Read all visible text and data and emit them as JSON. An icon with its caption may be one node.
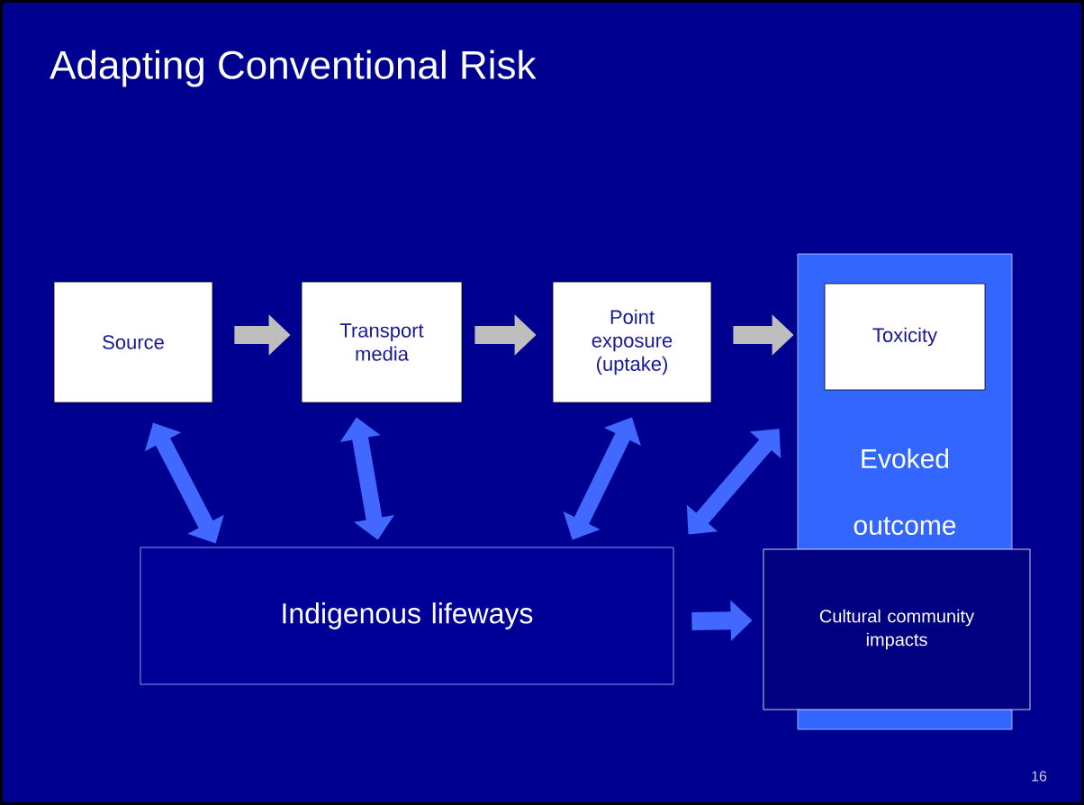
{
  "diagram": {
    "title": "Adapting Conventional Risk",
    "nodes": [
      {
        "text": [
          "Source"
        ]
      },
      {
        "text": [
          "Transport media"
        ]
      },
      {
        "text": [
          "Point exposure (uptake)"
        ]
      },
      {
        "text": [
          "Evoked outcome"
        ]
      },
      {
        "text": [
          "Toxicity"
        ],
        "in": 3
      },
      {
        "text": [
          "Indigenous lifeways"
        ]
      },
      {
        "text": [
          "Cultural community impacts"
        ]
      }
    ],
    "edges": [
      {
        "from": 0,
        "to": 1,
        "arrow": "to",
        "color": "#bebebe"
      },
      {
        "from": 1,
        "to": 2,
        "arrow": "to",
        "color": "#bebebe"
      },
      {
        "from": 2,
        "to": 4,
        "arrow": "to",
        "color": "#bebebe"
      },
      {
        "from": 0,
        "to": 5,
        "arrow": "both",
        "color": "#4169ff"
      },
      {
        "from": 1,
        "to": 5,
        "arrow": "both",
        "color": "#4169ff"
      },
      {
        "from": 2,
        "to": 5,
        "arrow": "both",
        "color": "#4169ff"
      },
      {
        "from": 3,
        "to": 5,
        "arrow": "both",
        "color": "#4169ff"
      },
      {
        "from": 5,
        "to": 6,
        "arrow": "to",
        "color": "#4169ff"
      }
    ],
    "labels": [
      "16"
    ]
  }
}
